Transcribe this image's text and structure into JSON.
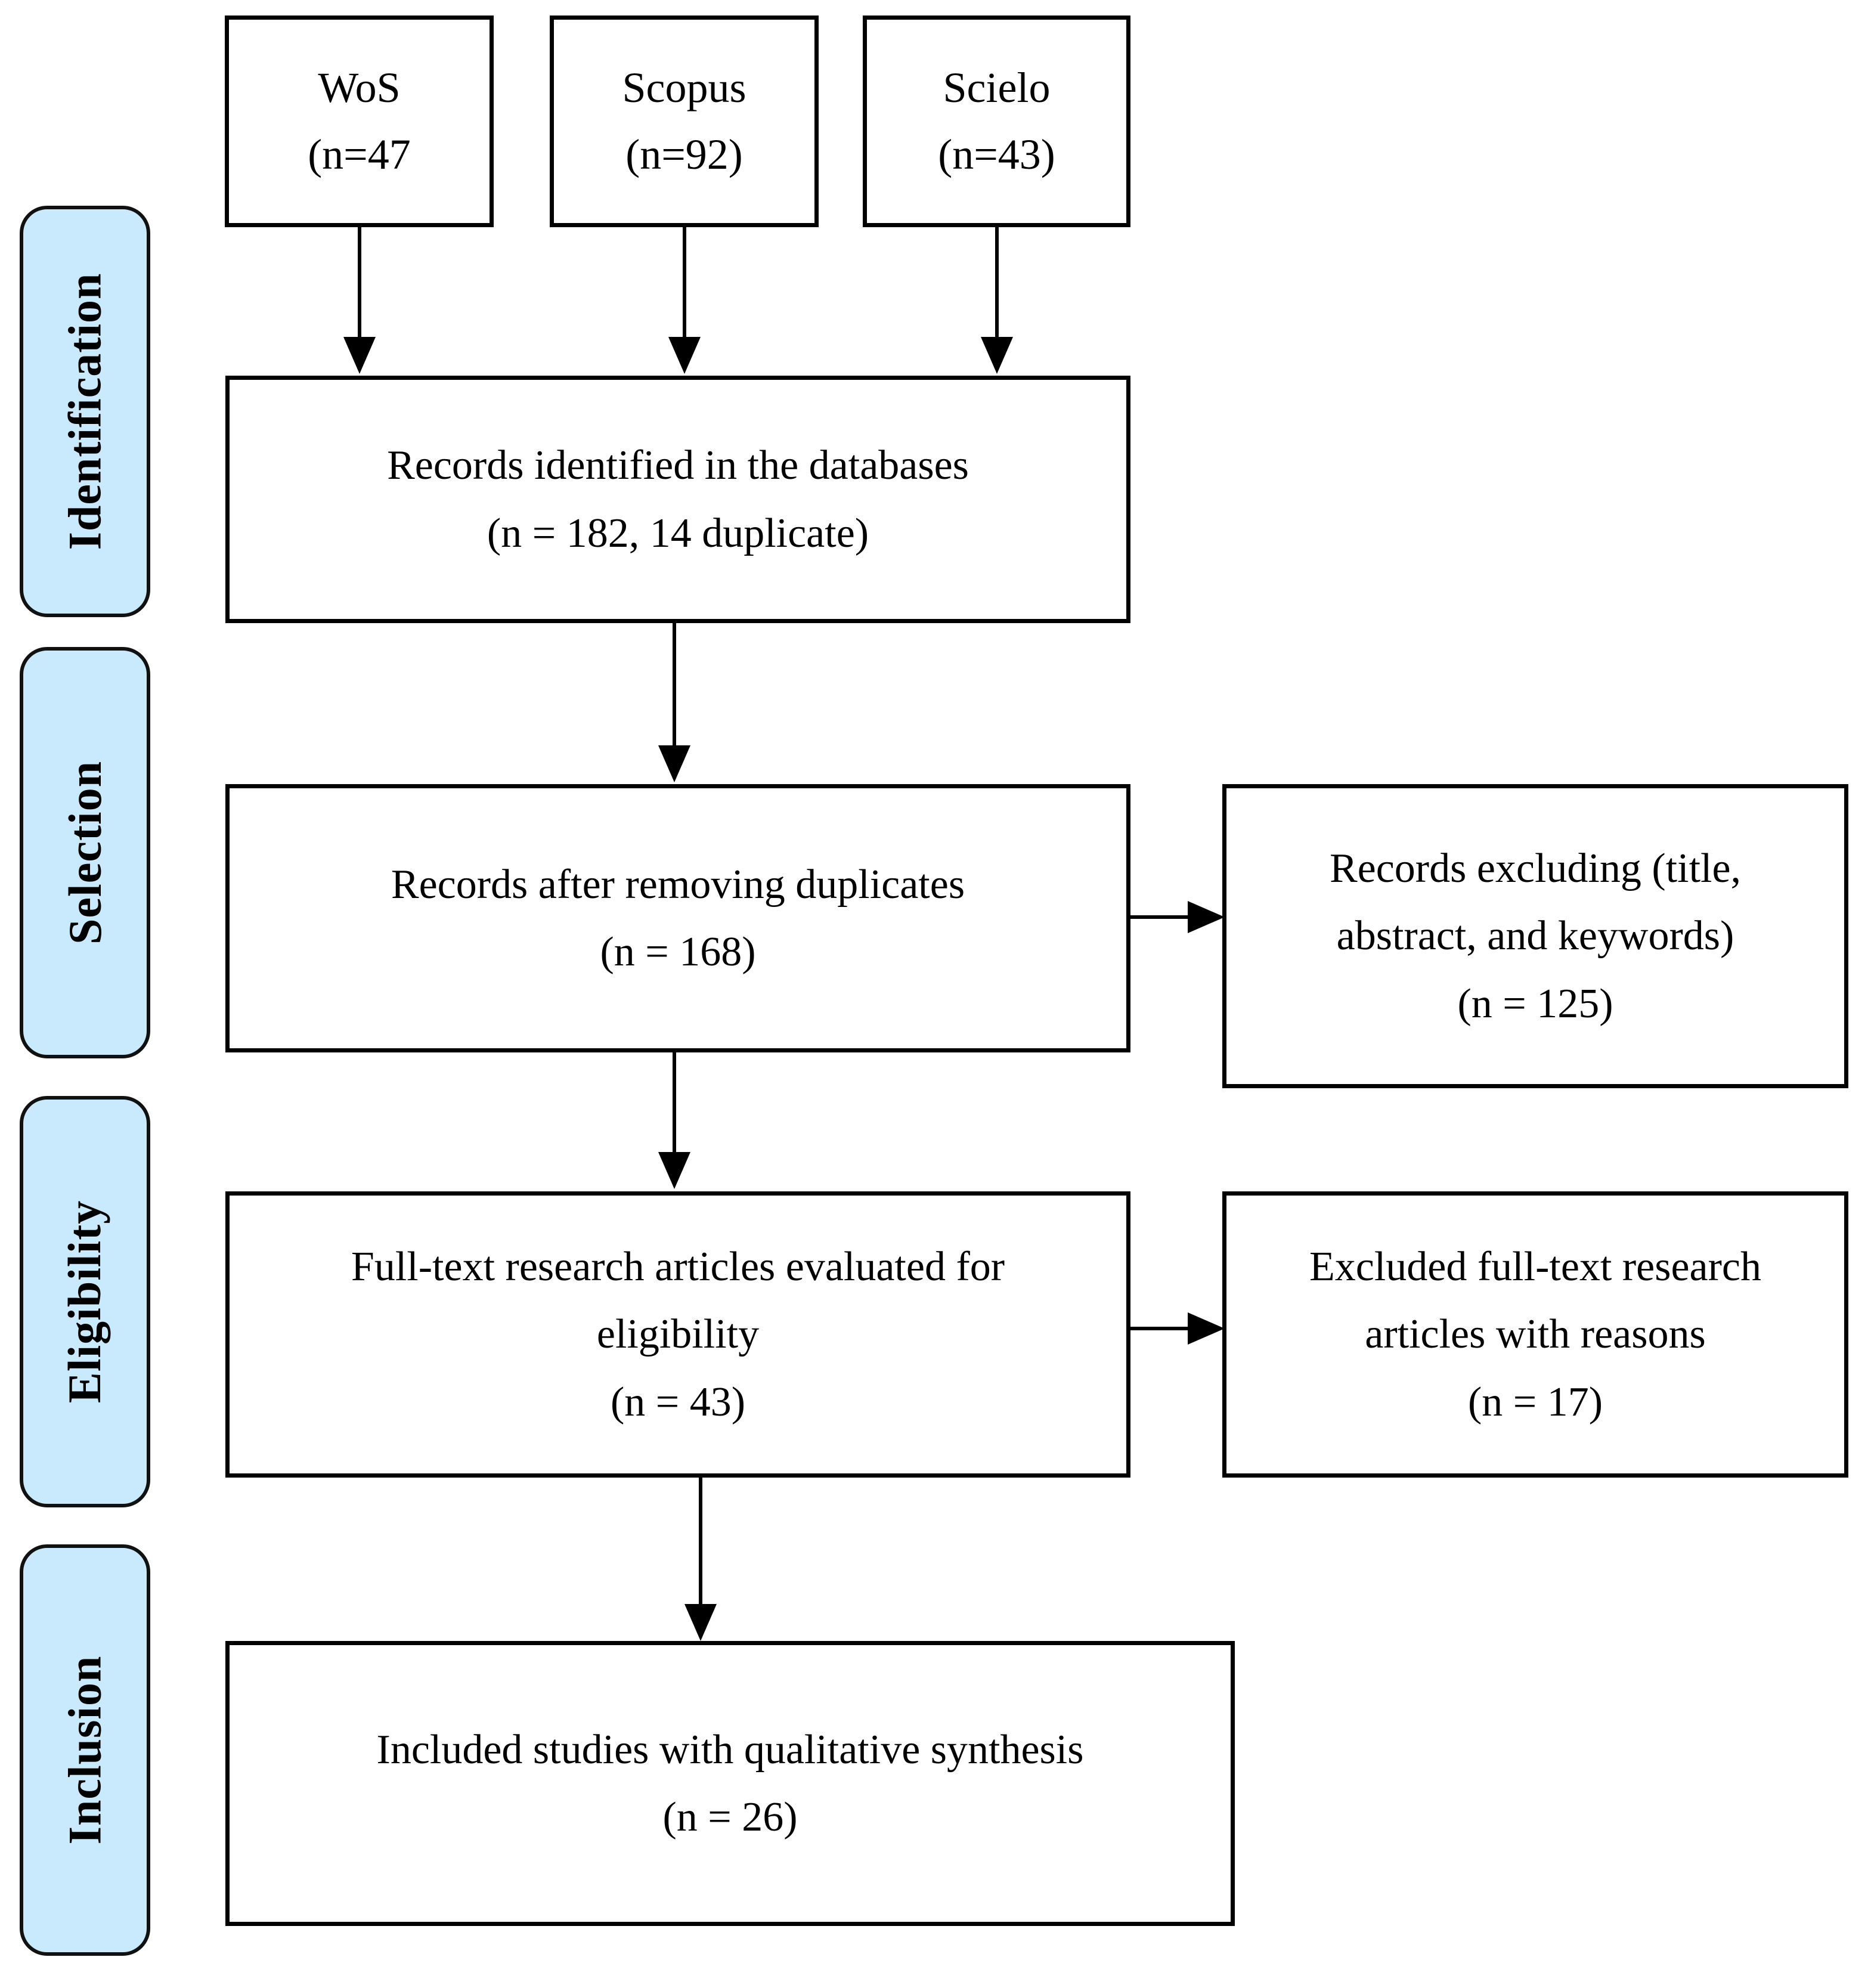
{
  "diagram": {
    "type": "prisma-flow-diagram",
    "title": "PRISMA flow diagram",
    "accent_color": "#c9eafc",
    "line_color": "#000000",
    "box_background": "#ffffff"
  },
  "stages": [
    {
      "id": "identification",
      "label": "Identification"
    },
    {
      "id": "selection",
      "label": "Selection"
    },
    {
      "id": "eligibility",
      "label": "Eligibility"
    },
    {
      "id": "inclusion",
      "label": "Inclusion"
    }
  ],
  "sources": [
    {
      "id": "wos",
      "name": "WoS",
      "count_label": "(n=47"
    },
    {
      "id": "scopus",
      "name": "Scopus",
      "count_label": "(n=92)"
    },
    {
      "id": "scielo",
      "name": "Scielo",
      "count_label": "(n=43)"
    }
  ],
  "boxes": {
    "identified": {
      "line1": "Records identified in the databases",
      "line2": "(n = 182, 14 duplicate)"
    },
    "dedup": {
      "line1": "Records after removing duplicates",
      "line2": "(n = 168)"
    },
    "excluded_records": {
      "line1": "Records excluding (title,",
      "line2": "abstract, and keywords)",
      "line3": "(n = 125)"
    },
    "fulltext": {
      "line1": "Full-text research articles evaluated for",
      "line2": "eligibility",
      "line3": "(n = 43)"
    },
    "excluded_fulltext": {
      "line1": "Excluded full-text research",
      "line2": "articles with reasons",
      "line3": "(n = 17)"
    },
    "included": {
      "line1": "Included studies with qualitative synthesis",
      "line2": "(n = 26)"
    }
  },
  "chart_data": {
    "type": "diagram",
    "title": "PRISMA flow diagram",
    "nodes": [
      {
        "id": "wos",
        "label": "WoS (n=47",
        "n": 47,
        "stage": "identification"
      },
      {
        "id": "scopus",
        "label": "Scopus (n=92)",
        "n": 92,
        "stage": "identification"
      },
      {
        "id": "scielo",
        "label": "Scielo (n=43)",
        "n": 43,
        "stage": "identification"
      },
      {
        "id": "identified",
        "label": "Records identified in the databases (n = 182, 14 duplicate)",
        "n": 182,
        "duplicates": 14,
        "stage": "identification"
      },
      {
        "id": "dedup",
        "label": "Records after removing duplicates (n = 168)",
        "n": 168,
        "stage": "selection"
      },
      {
        "id": "excluded_records",
        "label": "Records excluding (title, abstract, and keywords) (n = 125)",
        "n": 125,
        "stage": "selection"
      },
      {
        "id": "fulltext",
        "label": "Full-text research articles evaluated for eligibility (n = 43)",
        "n": 43,
        "stage": "eligibility"
      },
      {
        "id": "excluded_fulltext",
        "label": "Excluded full-text research articles with reasons (n = 17)",
        "n": 17,
        "stage": "eligibility"
      },
      {
        "id": "included",
        "label": "Included studies with qualitative synthesis (n = 26)",
        "n": 26,
        "stage": "inclusion"
      }
    ],
    "edges": [
      {
        "from": "wos",
        "to": "identified",
        "direction": "down"
      },
      {
        "from": "scopus",
        "to": "identified",
        "direction": "down"
      },
      {
        "from": "scielo",
        "to": "identified",
        "direction": "down"
      },
      {
        "from": "identified",
        "to": "dedup",
        "direction": "down"
      },
      {
        "from": "dedup",
        "to": "excluded_records",
        "direction": "right"
      },
      {
        "from": "dedup",
        "to": "fulltext",
        "direction": "down"
      },
      {
        "from": "fulltext",
        "to": "excluded_fulltext",
        "direction": "right"
      },
      {
        "from": "fulltext",
        "to": "included",
        "direction": "down"
      }
    ]
  }
}
